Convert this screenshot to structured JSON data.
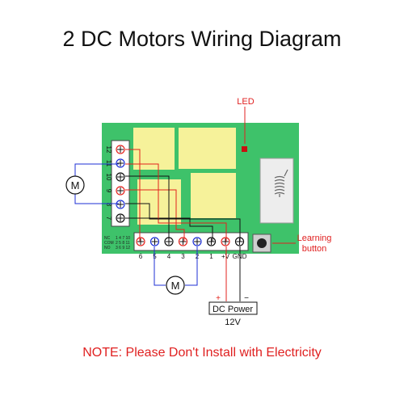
{
  "title": "2 DC Motors Wiring Diagram",
  "note": "NOTE: Please Don't Install with Electricity",
  "labels": {
    "led": "LED",
    "learning_button_line1": "Learning",
    "learning_button_line2": "button",
    "motor": "M",
    "dc_power": "DC Power",
    "voltage": "12V",
    "plus": "+",
    "minus": "−",
    "nc": "NC",
    "com": "COM",
    "no": "NO",
    "nc_nums": "1 4 7 10",
    "com_nums": "2 5 8 11",
    "no_nums": "3 6 9 12"
  },
  "left_terminals": [
    "12",
    "11",
    "10",
    "9",
    "8",
    "7"
  ],
  "bottom_terminals": [
    "6",
    "5",
    "4",
    "3",
    "2",
    "1",
    "+V",
    "GND"
  ],
  "colors": {
    "board": "#3ec26a",
    "relay": "#f6f29a",
    "red_wire": "#e3221c",
    "blue_wire": "#1d2fd6",
    "black_wire": "#111111",
    "label_red": "#e02020"
  }
}
